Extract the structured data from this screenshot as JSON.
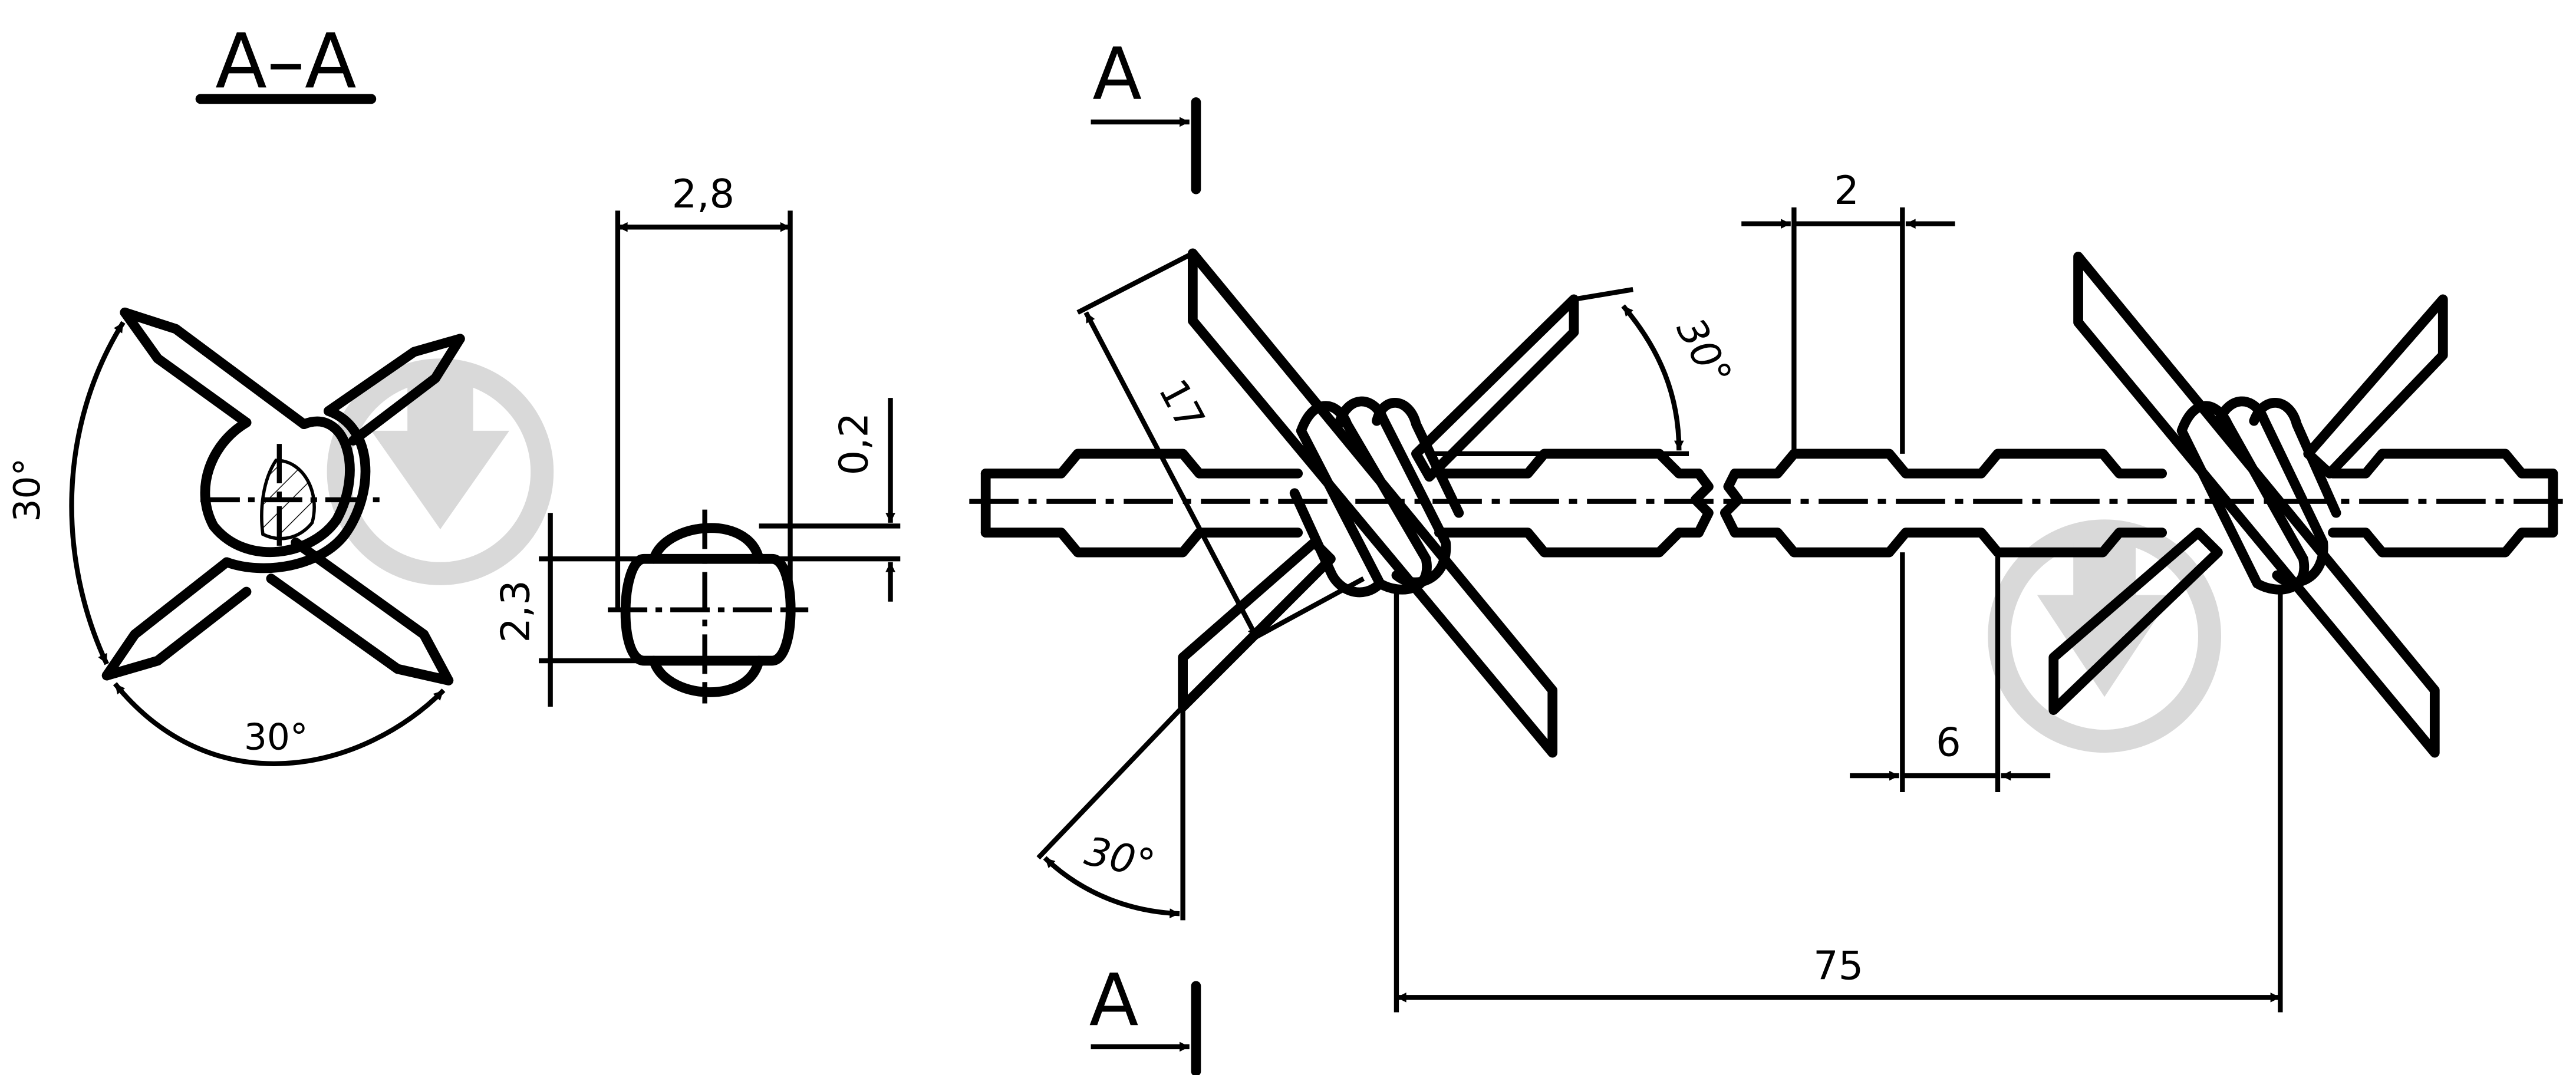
{
  "drawing": {
    "section_title": "A–A",
    "section_marker_label": "A",
    "dimensions": {
      "cross_angle_vertical": "30°",
      "cross_angle_bottom": "30°",
      "wire_width": "2,8",
      "wire_height": "2,3",
      "rib_height": "0,2",
      "barb_length": "17",
      "barb_angle_top": "30°",
      "barb_angle_bottom": "30°",
      "rib_length": "2",
      "rib_pitch": "6",
      "barb_spacing": "75"
    },
    "colors": {
      "line": "#000000",
      "watermark": "#d9d9d9"
    },
    "icons": [
      "download-watermark-icon",
      "download-watermark-icon"
    ]
  }
}
